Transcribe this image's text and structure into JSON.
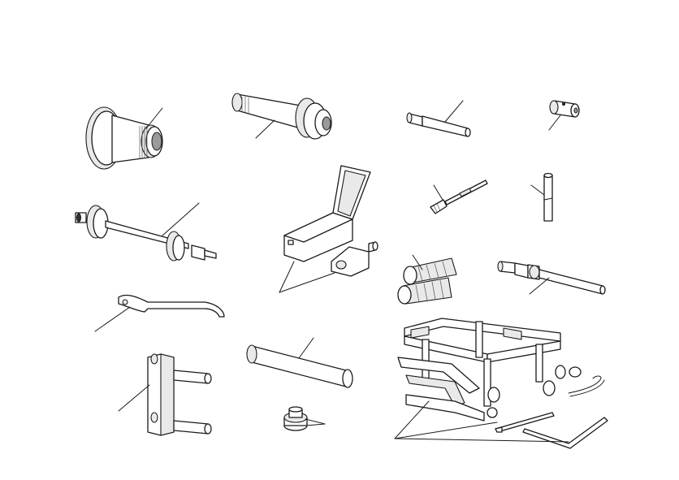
{
  "diagram": {
    "colors": {
      "background": "#ffffff",
      "line": "#1a1a1a",
      "shade": "#e9e9e9"
    },
    "parts": [
      "flanged-threaded-sleeve",
      "flanged-bushing-drift",
      "stepped-pin-drift",
      "cross-drilled-bushing",
      "bearing-puller-shaft",
      "tool-case-with-clamp",
      "threaded-pin",
      "split-pin",
      "split-knurled-sleeve",
      "stepped-rod-tool",
      "hook-spanner",
      "cylindrical-drift",
      "two-pin-fork-holder",
      "nut-adapter",
      "service-stand-jack"
    ]
  }
}
